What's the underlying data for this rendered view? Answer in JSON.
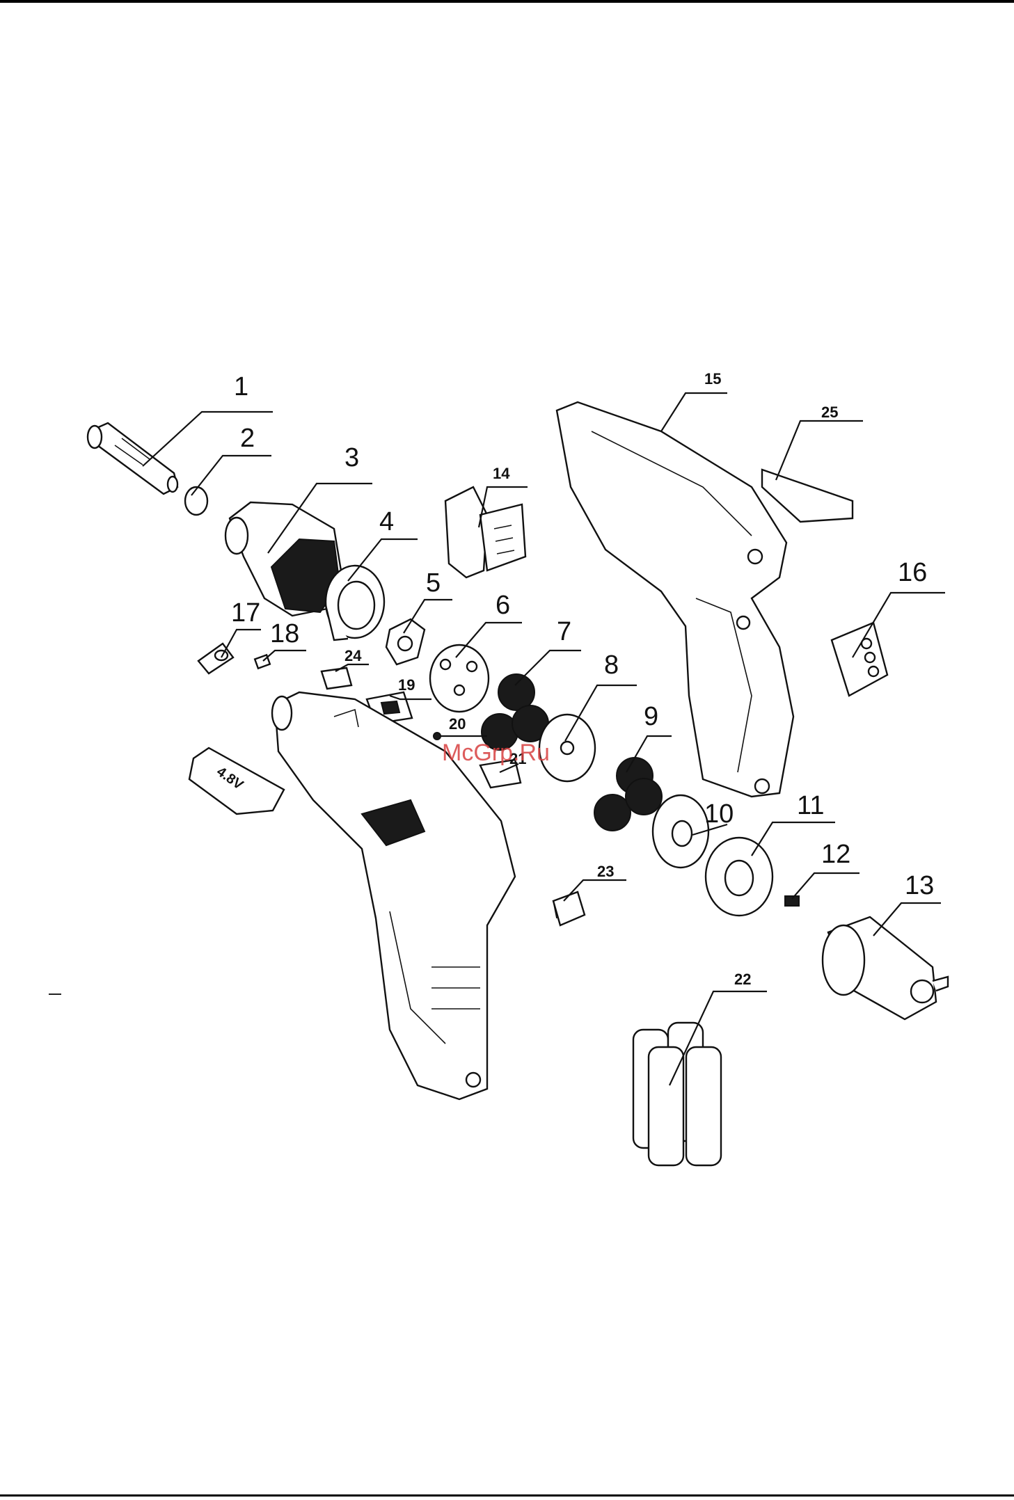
{
  "callouts": {
    "c1": "1",
    "c2": "2",
    "c3": "3",
    "c4": "4",
    "c5": "5",
    "c6": "6",
    "c7": "7",
    "c8": "8",
    "c9": "9",
    "c10": "10",
    "c11": "11",
    "c12": "12",
    "c13": "13",
    "c14": "14",
    "c15": "15",
    "c16": "16",
    "c17": "17",
    "c18": "18",
    "c19": "19",
    "c20": "20",
    "c21": "21",
    "c22": "22",
    "c23": "23",
    "c24": "24",
    "c25": "25"
  },
  "watermark": "McGrp.Ru",
  "battery_plate_text": "4.8V"
}
